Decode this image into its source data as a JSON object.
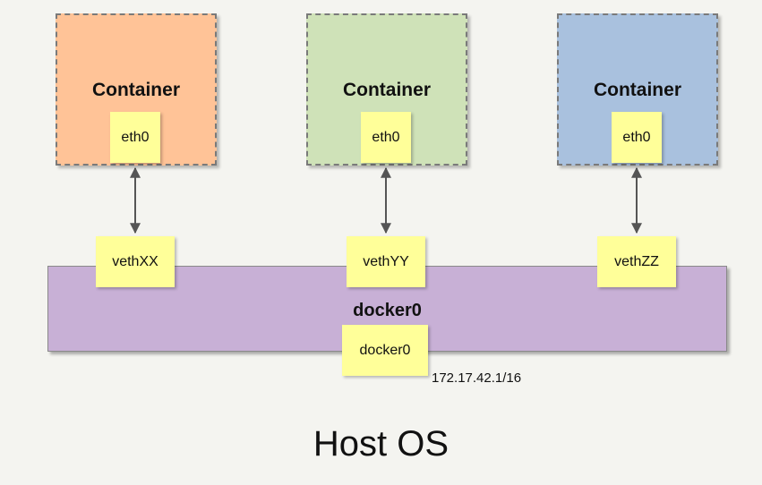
{
  "containers": [
    {
      "title": "Container",
      "iface": "eth0",
      "color": "#ffc397"
    },
    {
      "title": "Container",
      "iface": "eth0",
      "color": "#cfe2b8"
    },
    {
      "title": "Container",
      "iface": "eth0",
      "color": "#a9c1de"
    }
  ],
  "veths": [
    "vethXX",
    "vethYY",
    "vethZZ"
  ],
  "bridge": {
    "title": "docker0",
    "iface": "docker0",
    "ip": "172.17.42.1/16",
    "color": "#c8b0d6"
  },
  "host_label": "Host OS"
}
